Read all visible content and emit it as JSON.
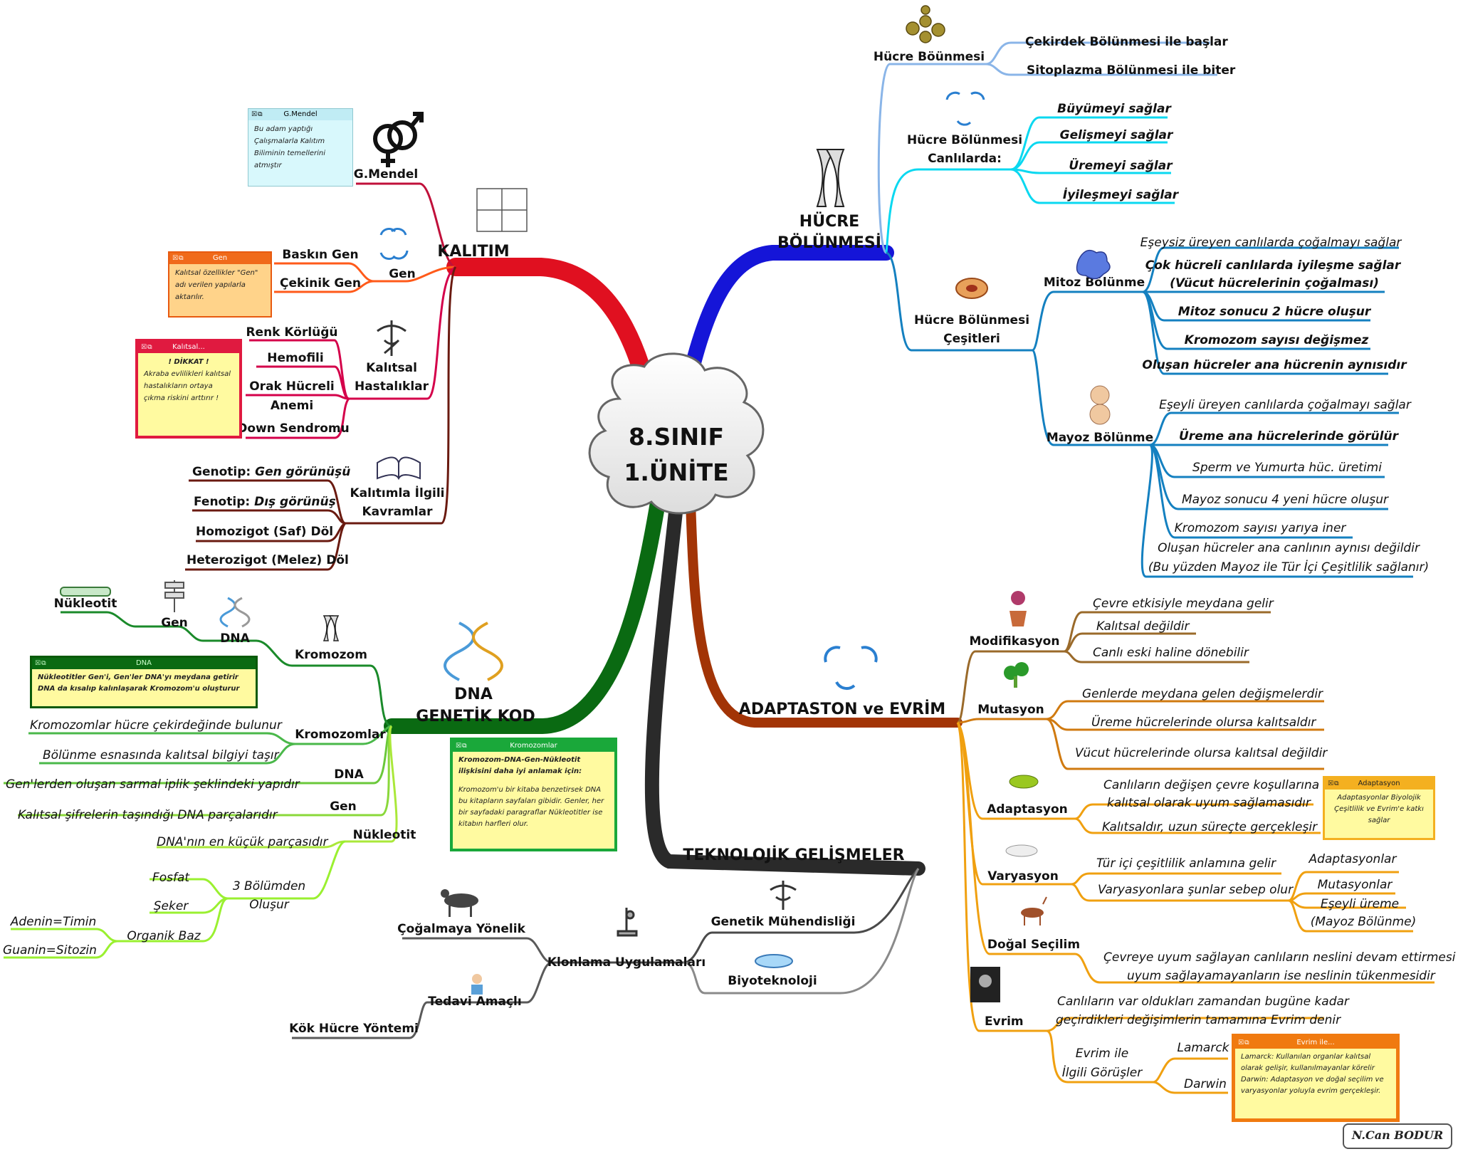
{
  "center": {
    "line1": "8.SINIF",
    "line2": "1.ÜNİTE"
  },
  "colors": {
    "kalitim": "#e01020",
    "hucre": "#1515d8",
    "dna": "#0a6a12",
    "tek": "#2a2a2a",
    "adapt": "#a23406"
  },
  "kalitim": {
    "title": "KALITIM",
    "mendel": "G.Mendel",
    "gen": {
      "label": "Gen",
      "baskin": "Baskın Gen",
      "cekinik": "Çekinik Gen"
    },
    "hastaliklar": {
      "label1": "Kalıtsal",
      "label2": "Hastalıklar",
      "items": [
        "Renk Körlüğü",
        "Hemofili",
        "Orak Hücreli",
        "Anemi",
        "Down Sendromu"
      ]
    },
    "kavramlar": {
      "label1": "Kalıtımla İlgili",
      "label2": "Kavramlar",
      "genotip_k": "Genotip:",
      "genotip_v": "Gen görünüşü",
      "fenotip_k": "Fenotip:",
      "fenotip_v": "Dış görünüş",
      "homozigot": "Homozigot (Saf) Döl",
      "heterozigot": "Heterozigot (Melez) Döl"
    }
  },
  "hucre": {
    "title1": "HÜCRE",
    "title2": "BÖLÜNMESİ",
    "bolunmesi": "Hücre Böünmesi",
    "b1": "Çekirdek Bölünmesi ile başlar",
    "b2": "Sitoplazma Bölünmesi ile biter",
    "canli1": "Hücre Bölünmesi",
    "canli2": "Canlılarda:",
    "canli_items": [
      "Büyümeyi sağlar",
      "Gelişmeyi sağlar",
      "Üremeyi sağlar",
      "İyileşmeyi sağlar"
    ],
    "cesit1": "Hücre Bölünmesi",
    "cesit2": "Çeşitleri",
    "mitoz": "Mitoz Bölünme",
    "mitoz_items": [
      "Eşeysiz üreyen canlılarda çoğalmayı sağlar",
      "Çok hücreli canlılarda iyileşme sağlar",
      "(Vücut hücrelerinin çoğalması)",
      "Mitoz sonucu 2 hücre oluşur",
      "Kromozom sayısı değişmez",
      "Oluşan hücreler ana hücrenin aynısıdır"
    ],
    "mayoz": "Mayoz Bölünme",
    "mayoz_items": [
      "Eşeyli üreyen canlılarda çoğalmayı sağlar",
      "Üreme ana hücrelerinde görülür",
      "Sperm ve Yumurta hüc. üretimi",
      "Mayoz sonucu 4 yeni hücre oluşur",
      "Kromozom sayısı yarıya iner",
      "Oluşan hücreler ana canlının aynısı değildir",
      "(Bu yüzden Mayoz ile Tür İçi Çeşitlilik sağlanır)"
    ]
  },
  "dna": {
    "title1": "DNA",
    "title2": "GENETİK KOD",
    "kromozom": "Kromozom",
    "k_dna": "DNA",
    "k_gen": "Gen",
    "k_nukleotit": "Nükleotit",
    "kromozomlar": "Kromozomlar",
    "kr1": "Kromozomlar hücre çekirdeğinde bulunur",
    "kr2": "Bölünme esnasında kalıtsal bilgiyi taşır",
    "dna_label": "DNA",
    "dna_def": "Gen'lerden oluşan sarmal iplik şeklindeki yapıdır",
    "gen_label": "Gen",
    "gen_def": "Kalıtsal şifrelerin taşındığı DNA parçalarıdır",
    "nuk_label": "Nükleotit",
    "nuk_def": "DNA'nın en küçük parçasıdır",
    "uc1": "3 Bölümden",
    "uc2": "Oluşur",
    "fosfat": "Fosfat",
    "seker": "Şeker",
    "baz": "Organik Baz",
    "at": "Adenin=Timin",
    "gs": "Guanin=Sitozin"
  },
  "tek": {
    "title": "TEKNOLOJİK GELİŞMELER",
    "genetik": "Genetik Mühendisliği",
    "biyo": "Biyoteknoloji",
    "klon": "Klonlama Uygulamaları",
    "cogal": "Çoğalmaya Yönelik",
    "tedavi": "Tedavi Amaçlı",
    "kok": "Kök Hücre Yöntemi"
  },
  "adapt": {
    "title": "ADAPTASTON ve EVRİM",
    "modi": "Modifikasyon",
    "modi_items": [
      "Çevre etkisiyle meydana gelir",
      "Kalıtsal değildir",
      "Canlı eski haline dönebilir"
    ],
    "muta": "Mutasyon",
    "muta_items": [
      "Genlerde meydana gelen değişmelerdir",
      "Üreme hücrelerinde olursa kalıtsaldır",
      "Vücut hücrelerinde olursa kalıtsal değildir"
    ],
    "adap": "Adaptasyon",
    "adap_items": [
      "Canlıların değişen çevre koşullarına",
      "kalıtsal olarak uyum sağlamasıdır",
      "Kalıtsaldır, uzun süreçte gerçekleşir"
    ],
    "vary": "Varyasyon",
    "vary_items": [
      "Tür içi çeşitlilik anlamına gelir",
      "Varyasyonlara şunlar sebep olur"
    ],
    "sebep": [
      "Adaptasyonlar",
      "Mutasyonlar",
      "Eşeyli üreme",
      "(Mayoz Bölünme)"
    ],
    "dogal": "Doğal Seçilim",
    "dogal_items": [
      "Çevreye uyum sağlayan canlıların neslini devam ettirmesi",
      "uyum sağlayamayanların ise neslinin tükenmesidir"
    ],
    "evrim": "Evrim",
    "evrim_items": [
      "Canlıların var oldukları zamandan bugüne kadar",
      "geçirdikleri değişimlerin tamamına Evrim denir"
    ],
    "gorus1": "Evrim ile",
    "gorus2": "İlgili Görüşler",
    "lamarck": "Lamarck",
    "darwin": "Darwin"
  },
  "notes": {
    "mendel": {
      "title": "G.Mendel",
      "text": "Bu adam yaptığı Çalışmalarla Kalıtım Biliminin temellerini atmıştır"
    },
    "gen": {
      "title": "Gen",
      "text": "Kalıtsal özellikler \"Gen\" adı verilen yapılarla aktarılır."
    },
    "kalitsal": {
      "title": "Kalıtsal...",
      "text1": "! DİKKAT !",
      "text2": "Akraba evlilikleri kalıtsal hastalıkların ortaya çıkma riskini arttırır !"
    },
    "dna": {
      "title": "DNA",
      "text": "Nükleotitler Gen'i, Gen'ler DNA'yı meydana getirir DNA da kısalıp kalınlaşarak Kromozom'u oluşturur"
    },
    "kromozomlar": {
      "title": "Kromozomlar",
      "text1": "Kromozom-DNA-Gen-Nükleotit ilişkisini daha iyi anlamak için:",
      "text2": "Kromozom'u bir kitaba benzetirsek DNA bu kitapların sayfaları gibidir. Genler, her bir sayfadaki paragraflar Nükleotitler ise kitabın harfleri olur."
    },
    "adaptasyon": {
      "title": "Adaptasyon",
      "text": "Adaptasyonlar Biyolojik Çeşitlilik ve Evrim'e katkı sağlar"
    },
    "evrim": {
      "title": "Evrim ile...",
      "text": "Lamarck: Kullanılan organlar kalıtsal olarak gelişir, kullanılmayanlar körelir Darwin: Adaptasyon ve doğal seçilim ve varyasyonlar yoluyla evrim gerçekleşir."
    }
  },
  "signature": "N.Can BODUR"
}
